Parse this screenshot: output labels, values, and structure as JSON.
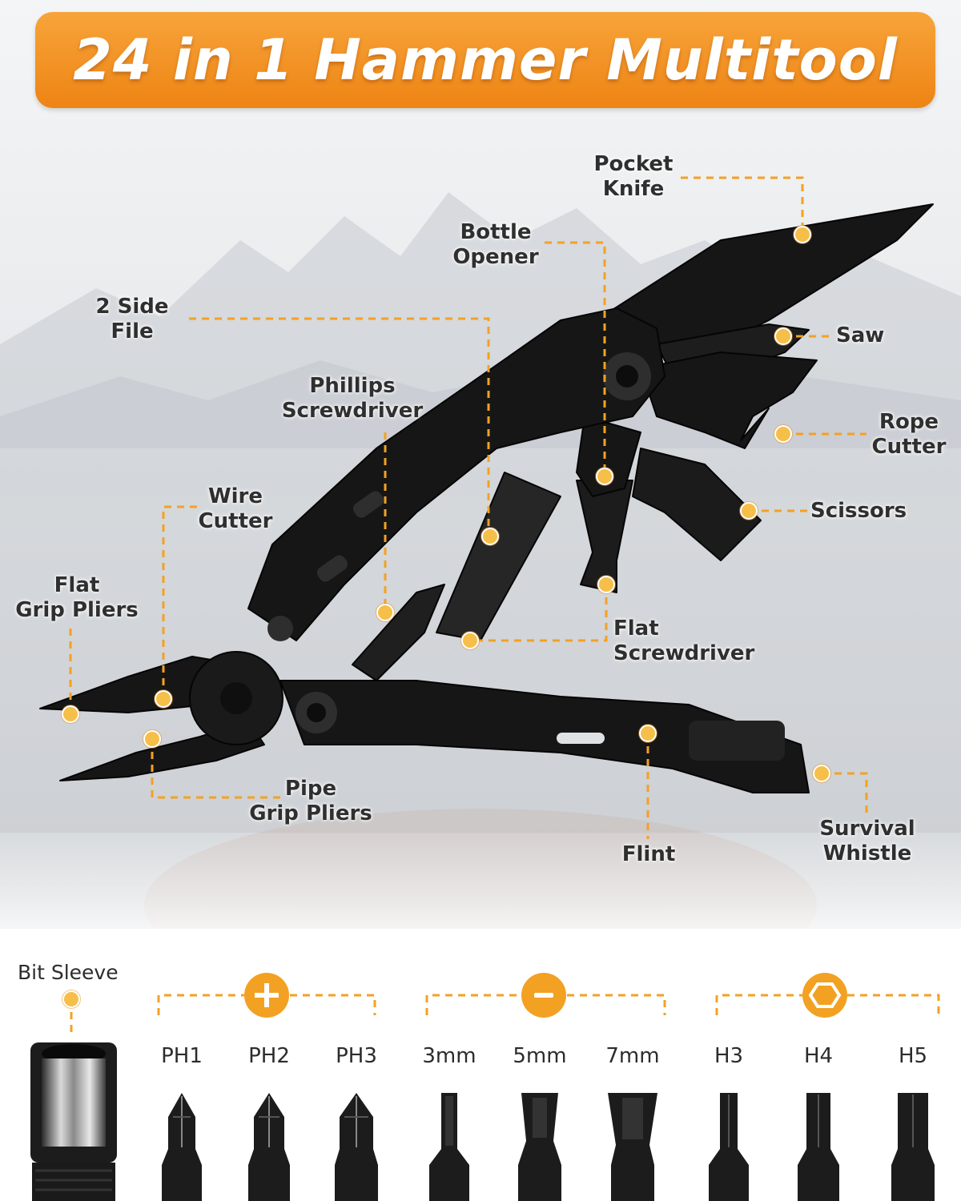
{
  "banner": {
    "title": "24 in 1 Hammer Multitool"
  },
  "colors": {
    "accent": "#f3a123",
    "banner_top": "#f7a43a",
    "banner_bottom": "#ee8414",
    "tool_body": "#161616",
    "label_text": "#2f2f2f"
  },
  "callouts": {
    "pocket_knife": [
      "Pocket",
      "Knife"
    ],
    "bottle_opener": [
      "Bottle",
      "Opener"
    ],
    "side_file": [
      "2 Side",
      "File"
    ],
    "saw": [
      "Saw"
    ],
    "phillips": [
      "Phillips",
      "Screwdriver"
    ],
    "rope_cutter": [
      "Rope",
      "Cutter"
    ],
    "wire_cutter": [
      "Wire",
      "Cutter"
    ],
    "scissors": [
      "Scissors"
    ],
    "flat_pliers": [
      "Flat",
      "Grip Pliers"
    ],
    "flat_screwdriver": [
      "Flat",
      "Screwdriver"
    ],
    "pipe_pliers": [
      "Pipe",
      "Grip Pliers"
    ],
    "flint": [
      "Flint"
    ],
    "whistle": [
      "Survival",
      "Whistle"
    ]
  },
  "bits": {
    "sleeve_label": "Bit Sleeve",
    "groups": [
      {
        "icon": "plus-icon"
      },
      {
        "icon": "minus-icon"
      },
      {
        "icon": "hexagon-icon"
      }
    ],
    "items": [
      "PH1",
      "PH2",
      "PH3",
      "3mm",
      "5mm",
      "7mm",
      "H3",
      "H4",
      "H5"
    ]
  }
}
